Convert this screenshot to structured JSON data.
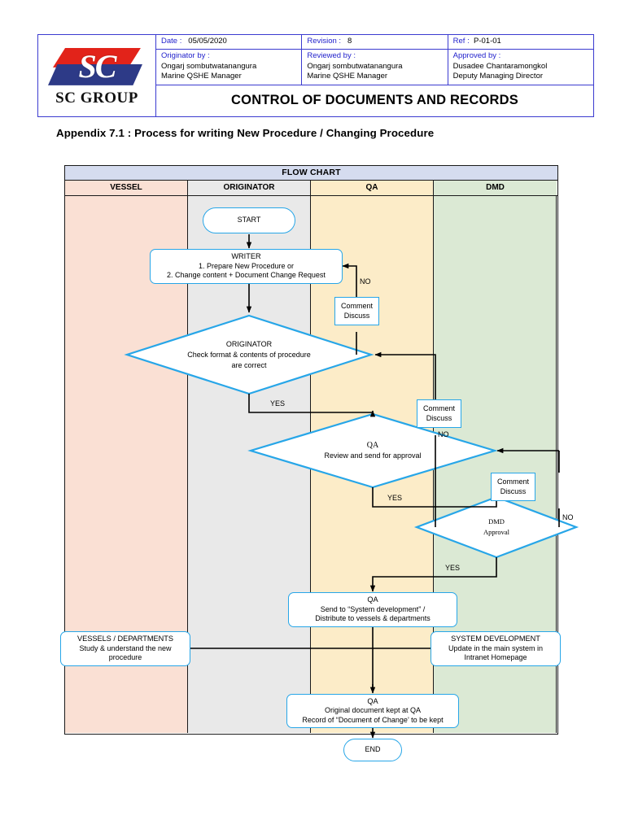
{
  "header": {
    "logo": {
      "mark_text": "SC",
      "wordmark": "SC GROUP"
    },
    "fields": {
      "date_label": "Date :",
      "date_value": "05/05/2020",
      "revision_label": "Revision :",
      "revision_value": "8",
      "ref_label": "Ref :",
      "ref_value": "P-01-01",
      "originator_label": "Originator by :",
      "originator_name": "Ongarj sombutwatanangura",
      "originator_role": "Marine QSHE Manager",
      "reviewed_label": "Reviewed by :",
      "reviewed_name": "Ongarj sombutwatanangura",
      "reviewed_role": "Marine QSHE Manager",
      "approved_label": "Approved by :",
      "approved_name": "Dusadee Chantaramongkol",
      "approved_role": "Deputy Managing Director"
    },
    "document_title": "CONTROL OF DOCUMENTS AND RECORDS"
  },
  "appendix_caption": "Appendix 7.1 : Process for writing New Procedure / Changing Procedure",
  "chart_data": {
    "type": "diagram",
    "title": "FLOW CHART",
    "lanes": [
      {
        "label": "VESSEL",
        "color": "#fae0d4"
      },
      {
        "label": "ORIGINATOR",
        "color": "#e9e9e9"
      },
      {
        "label": "QA",
        "color": "#fcecc8"
      },
      {
        "label": "DMD",
        "color": "#dbe9d4"
      }
    ],
    "nodes": [
      {
        "id": "start",
        "shape": "terminator",
        "lane": "ORIGINATOR",
        "lines": [
          "START"
        ]
      },
      {
        "id": "writer",
        "shape": "process",
        "lane": "ORIGINATOR",
        "lines": [
          "WRITER",
          "1. Prepare New Procedure or",
          "2. Change content + Document Change Request"
        ]
      },
      {
        "id": "comment1",
        "shape": "box",
        "lane": "QA",
        "lines": [
          "Comment",
          "Discuss"
        ]
      },
      {
        "id": "originator_check",
        "shape": "decision",
        "lane": "ORIGINATOR",
        "lines": [
          "ORIGINATOR",
          "Check format & contents of procedure",
          "are correct"
        ]
      },
      {
        "id": "comment2",
        "shape": "box",
        "lane": "QA/DMD",
        "lines": [
          "Comment",
          "Discuss"
        ]
      },
      {
        "id": "qa_review",
        "shape": "decision",
        "lane": "QA",
        "lines": [
          "QA",
          "Review and send for approval"
        ]
      },
      {
        "id": "comment3",
        "shape": "box",
        "lane": "DMD",
        "lines": [
          "Comment",
          "Discuss"
        ]
      },
      {
        "id": "dmd_approval",
        "shape": "decision",
        "lane": "DMD",
        "lines": [
          "DMD",
          "Approval"
        ]
      },
      {
        "id": "qa_send",
        "shape": "process",
        "lane": "QA",
        "lines": [
          "QA",
          "Send to “System development” /",
          "Distribute to vessels & departments"
        ]
      },
      {
        "id": "vessels",
        "shape": "process",
        "lane": "VESSEL",
        "lines": [
          "VESSELS / DEPARTMENTS",
          "Study & understand the new",
          "procedure"
        ]
      },
      {
        "id": "sysdev",
        "shape": "process",
        "lane": "DMD",
        "lines": [
          "SYSTEM DEVELOPMENT",
          "Update in the main system in",
          "Intranet Homepage"
        ]
      },
      {
        "id": "qa_keep",
        "shape": "process",
        "lane": "QA",
        "lines": [
          "QA",
          "Original document kept at QA",
          "Record of “Document of Change’ to be kept"
        ]
      },
      {
        "id": "end",
        "shape": "terminator",
        "lane": "QA",
        "lines": [
          "END"
        ]
      }
    ],
    "edge_labels": [
      {
        "id": "no1",
        "text": "NO"
      },
      {
        "id": "yes1",
        "text": "YES"
      },
      {
        "id": "no2",
        "text": "NO"
      },
      {
        "id": "yes2",
        "text": "YES"
      },
      {
        "id": "no3",
        "text": "NO"
      },
      {
        "id": "yes3",
        "text": "YES"
      }
    ],
    "colors": {
      "node_border": "#27a6e8",
      "connector": "#000000",
      "lane_border": "#1a1a1a",
      "title_band": "#d5dcef"
    }
  },
  "node_text": {
    "start": "START",
    "writer_title": "WRITER",
    "writer_l1": "1. Prepare New Procedure or",
    "writer_l2": "2. Change content + Document Change Request",
    "comment_l1": "Comment",
    "comment_l2": "Discuss",
    "originator_title": "ORIGINATOR",
    "originator_l1": "Check format & contents of procedure",
    "originator_l2": "are correct",
    "qa_title": "QA",
    "qa_l1": "Review and send for approval",
    "dmd_title": "DMD",
    "dmd_l1": "Approval",
    "qasend_title": "QA",
    "qasend_l1": "Send to “System development” /",
    "qasend_l2": "Distribute to vessels & departments",
    "vessels_title": "VESSELS / DEPARTMENTS",
    "vessels_l1": "Study & understand the new",
    "vessels_l2": "procedure",
    "sysdev_title": "SYSTEM DEVELOPMENT",
    "sysdev_l1": "Update in the main system in",
    "sysdev_l2": "Intranet Homepage",
    "qakeep_title": "QA",
    "qakeep_l1": "Original document kept at QA",
    "qakeep_l2": "Record of “Document of Change’ to be kept",
    "end": "END",
    "no": "NO",
    "yes": "YES"
  }
}
